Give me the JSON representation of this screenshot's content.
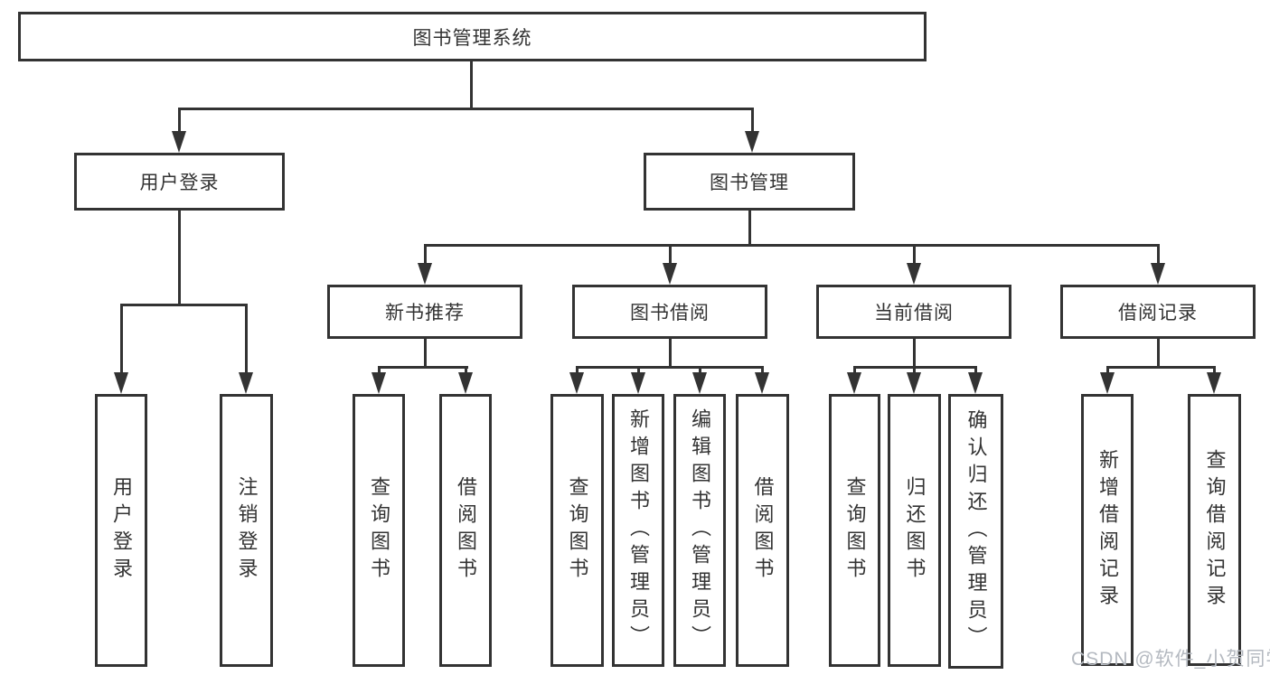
{
  "tree": {
    "root": "图书管理系统",
    "level2": [
      {
        "label": "用户登录",
        "children": [
          "用户登录",
          "注销登录"
        ]
      },
      {
        "label": "图书管理",
        "groups": [
          {
            "label": "新书推荐",
            "children": [
              "查询图书",
              "借阅图书"
            ]
          },
          {
            "label": "图书借阅",
            "children": [
              "查询图书",
              "新增图书（管理员）",
              "编辑图书（管理员）",
              "借阅图书"
            ]
          },
          {
            "label": "当前借阅",
            "children": [
              "查询图书",
              "归还图书",
              "确认归还（管理员）"
            ]
          },
          {
            "label": "借阅记录",
            "children": [
              "新增借阅记录",
              "查询借阅记录"
            ]
          }
        ]
      }
    ]
  },
  "watermark": {
    "text": "CSDN @软件_小贺同学",
    "color": "#b4b9c0"
  },
  "colors": {
    "line": "#333333",
    "text": "#333333",
    "background": "#ffffff"
  }
}
